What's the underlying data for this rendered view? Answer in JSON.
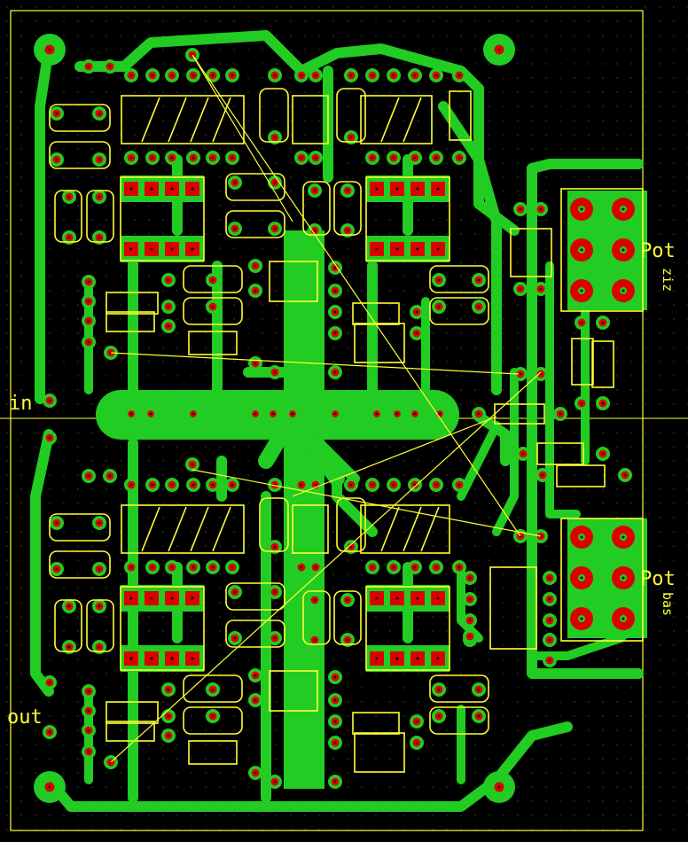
{
  "board": {
    "labels": {
      "in": "in",
      "out": "out",
      "pot_top": "Pot",
      "pot_top_sub": "ziz",
      "pot_bottom": "Pot",
      "pot_bottom_sub": "bas"
    },
    "colors": {
      "background": "#000000",
      "copper": "#22cc22",
      "pad": "#dd0000",
      "silkscreen": "#ffff33",
      "grid_dot": "#2a3a2a"
    },
    "grid": true
  }
}
